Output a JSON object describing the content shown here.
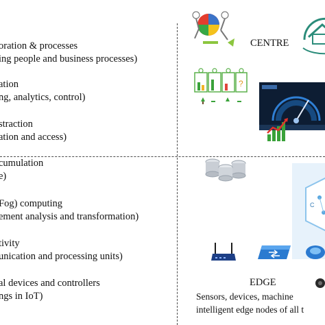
{
  "layers": [
    {
      "title": "oration & processes",
      "desc": "ing people and business processes)"
    },
    {
      "title": "ation",
      "desc": "ng, analytics, control)"
    },
    {
      "title": "straction",
      "desc": "ation and access)"
    },
    {
      "title": "cumulation",
      "desc": "e)"
    },
    {
      "title": "Fog) computing",
      "desc": "ement analysis and transformation)"
    },
    {
      "title": "tivity",
      "desc": "unication and processing units)"
    },
    {
      "title": "al devices and controllers",
      "desc": "ngs in IoT)"
    }
  ],
  "centre_label": "CENTRE",
  "edge_label": "EDGE",
  "edge_description": {
    "line1": "Sensors, devices, machine",
    "line2": "intelligent edge nodes of all t"
  },
  "icons": {
    "collaboration": "puzzle-people-icon",
    "centre": "house-network-icon",
    "application": "dashboard-bars-icon",
    "speedometer": "speedometer-icon",
    "abstraction": "growth-chart-icon",
    "accumulation": "database-stack-icon",
    "fog": "hexagon-hub-icon",
    "connectivity_router": "router-icon",
    "connectivity_switch": "network-switch-icon",
    "connectivity_sensor": "sensor-icon",
    "physical_device": "camera-device-icon"
  },
  "colors": {
    "divider": "#4a4a4a",
    "accent_green": "#3aa23a",
    "accent_blue": "#1f5fa8",
    "gauge_dark": "#0d1d33"
  }
}
